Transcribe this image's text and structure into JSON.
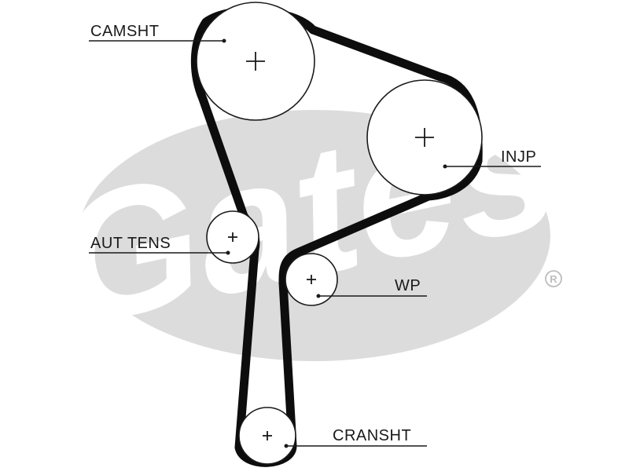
{
  "watermark": {
    "brand": "Gates",
    "registered_mark": "®",
    "color": "#dcdcdc"
  },
  "belt_color": "#0d0d0d",
  "labels": {
    "camshaft": "CAMSHT",
    "injection_pump": "INJP",
    "auto_tensioner": "AUT TENS",
    "water_pump": "WP",
    "crankshaft": "CRANSHT"
  }
}
